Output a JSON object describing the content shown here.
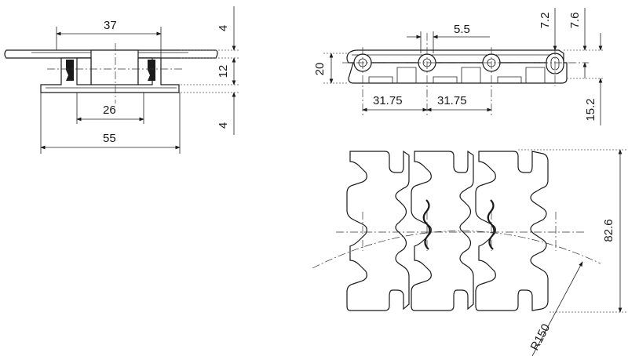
{
  "dimensions": {
    "top_width": "37",
    "flange_height_top": "4",
    "link_height": "12",
    "flange_height_bottom": "4",
    "inner_width": "26",
    "total_width": "55",
    "pin_offset": "5.5",
    "pin_dim_1": "7.2",
    "pin_dim_2": "7.6",
    "side_height": "20",
    "pitch_1": "31.75",
    "pitch_2": "31.75",
    "overall_height": "15.2",
    "plan_length": "82.6",
    "radius": "R150"
  }
}
